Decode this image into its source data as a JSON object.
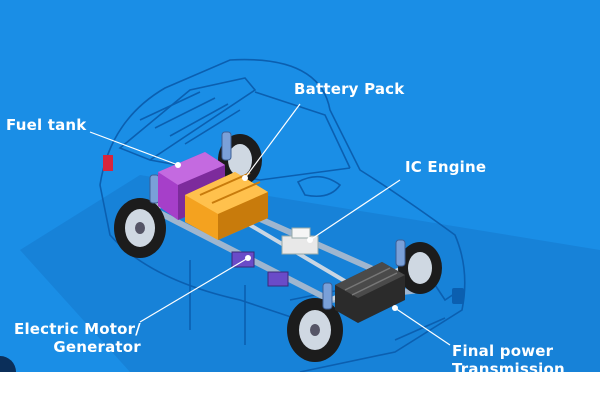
{
  "labels": {
    "fuel_tank": "Fuel tank",
    "battery_pack": "Battery Pack",
    "ic_engine": "IC Engine",
    "electric_motor_line1": "Electric Motor/",
    "electric_motor_line2": "Generator",
    "final_power_line1": "Final power",
    "final_power_line2": "Transmission"
  },
  "colors": {
    "background": "#1a8ee6",
    "car_outline": "#0b5fb0",
    "fuel_tank": "#a63fc9",
    "battery_pack": "#f4a21f",
    "ic_engine": "#e8e8e8",
    "motor": "#6a4bc8",
    "transmission": "#2b2b2b",
    "wheels": "#1c1c1c",
    "springs": "#7aa0d8"
  }
}
